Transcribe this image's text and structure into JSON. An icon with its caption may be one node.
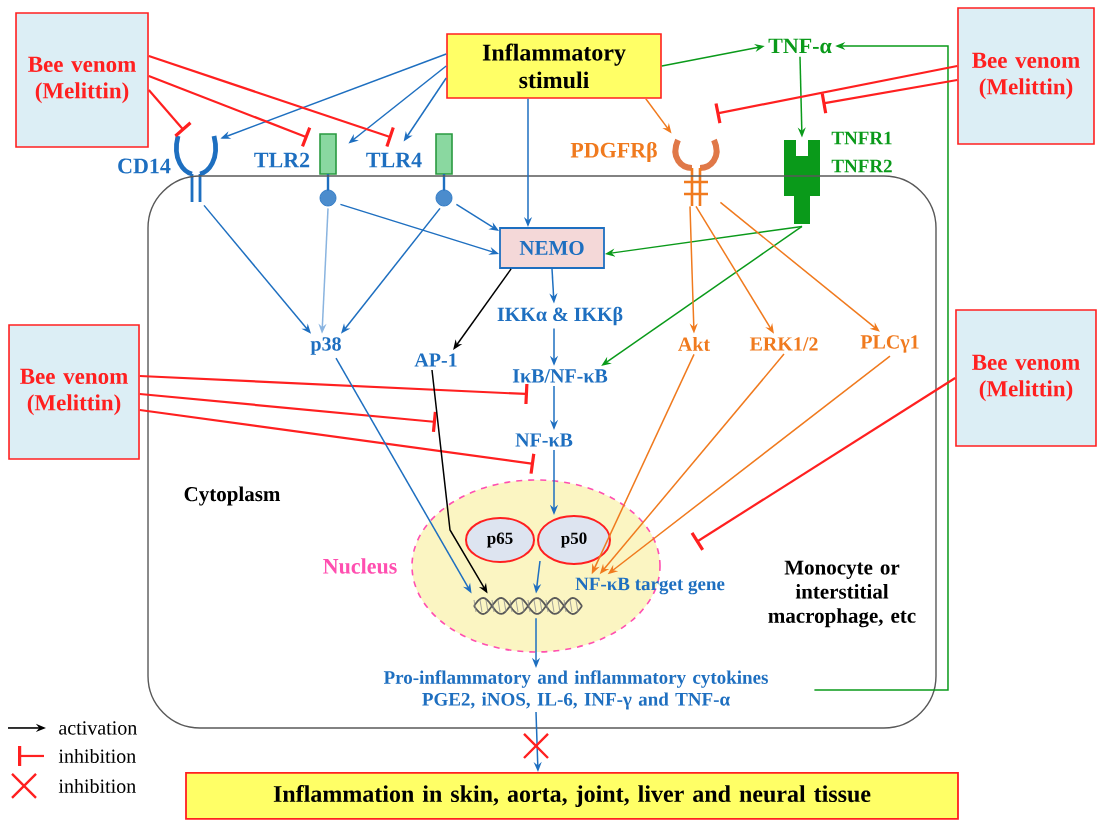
{
  "diagram": {
    "nodes": [
      {
        "text": [
          "Bee venom (Melittin)"
        ]
      },
      {
        "text": [
          "Inflammatory stimuli"
        ]
      },
      {
        "text": [
          "TNF-α"
        ]
      },
      {
        "text": [
          "Bee venom (Melittin)"
        ]
      },
      {
        "text": [
          "CD14"
        ]
      },
      {
        "text": [
          "TLR2"
        ]
      },
      {
        "text": [
          "TLR4"
        ]
      },
      {
        "text": [
          "PDGFRβ"
        ]
      },
      {
        "text": [
          "TNFR1",
          "TNFR2"
        ]
      },
      {
        "text": [
          "Cytoplasm",
          "Monocyte or interstitial macrophage, etc"
        ]
      },
      {
        "text": [
          "NEMO"
        ],
        "in": 9
      },
      {
        "text": [
          "IKKα & IKKβ"
        ],
        "in": 9
      },
      {
        "text": [
          "p38"
        ],
        "in": 9
      },
      {
        "text": [
          "AP-1"
        ],
        "in": 9
      },
      {
        "text": [
          "Akt"
        ],
        "in": 9
      },
      {
        "text": [
          "ERK1/2"
        ],
        "in": 9
      },
      {
        "text": [
          "PLCγ1"
        ],
        "in": 9
      },
      {
        "text": [
          "IκB/NF-κB"
        ],
        "in": 9
      },
      {
        "text": [
          "NF-κB"
        ],
        "in": 9
      },
      {
        "text": [
          "Nucleus"
        ],
        "in": 9
      },
      {
        "text": [
          "p65"
        ],
        "in": 19
      },
      {
        "text": [
          "p50"
        ],
        "in": 19
      },
      {
        "text": [],
        "shape": "helix",
        "in": 19
      },
      {
        "text": [
          "NF-κB target gene"
        ],
        "in": 19
      },
      {
        "text": [
          "Pro-inflammatory and inflammatory cytokines PGE2, iNOS, IL-6, INF-γ and TNF-α"
        ],
        "in": 9
      },
      {
        "text": [
          "Bee venom (Melittin)"
        ]
      },
      {
        "text": [
          "Bee venom (Melittin)"
        ]
      },
      {
        "text": [
          "Inflammation in skin, aorta, joint, liver and neural tissue"
        ]
      }
    ],
    "edges": [
      {
        "from": 1,
        "to": 2,
        "arrow": "to",
        "color": "#0a9a1a"
      },
      {
        "from": 1,
        "to": 4,
        "arrow": "to"
      },
      {
        "from": 1,
        "to": 5,
        "arrow": "to"
      },
      {
        "from": 1,
        "to": 6,
        "arrow": "to"
      },
      {
        "from": 1,
        "to": 10,
        "arrow": "to"
      },
      {
        "from": 1,
        "to": 7,
        "arrow": "to",
        "color": "#f07a1e"
      },
      {
        "from": 2,
        "to": 8,
        "arrow": "to",
        "color": "#0a9a1a"
      },
      {
        "from": 24,
        "to": 2,
        "arrow": "to",
        "color": "#0a9a1a"
      },
      {
        "from": 0,
        "to": 4,
        "arrow": "other",
        "color": "#ff2020"
      },
      {
        "from": 0,
        "to": 5,
        "arrow": "other",
        "color": "#ff2020"
      },
      {
        "from": 0,
        "to": 6,
        "arrow": "other",
        "color": "#ff2020"
      },
      {
        "from": 3,
        "to": 7,
        "arrow": "other",
        "color": "#ff2020"
      },
      {
        "from": 3,
        "to": 8,
        "arrow": "other",
        "color": "#ff2020"
      },
      {
        "from": 4,
        "to": 12,
        "arrow": "to"
      },
      {
        "from": 5,
        "to": 12,
        "arrow": "to",
        "color": "#8ab4e0"
      },
      {
        "from": 6,
        "to": 12,
        "arrow": "to"
      },
      {
        "from": 5,
        "to": 10,
        "arrow": "to"
      },
      {
        "from": 6,
        "to": 10,
        "arrow": "to"
      },
      {
        "from": 8,
        "to": 10,
        "arrow": "to",
        "color": "#0a9a1a"
      },
      {
        "from": 8,
        "to": 17,
        "arrow": "to",
        "color": "#0a9a1a"
      },
      {
        "from": 10,
        "to": 13,
        "arrow": "to",
        "color": "#000000"
      },
      {
        "from": 10,
        "to": 11,
        "arrow": "to"
      },
      {
        "from": 11,
        "to": 17,
        "arrow": "to"
      },
      {
        "from": 17,
        "to": 18,
        "arrow": "to"
      },
      {
        "from": 18,
        "to": 21,
        "arrow": "to"
      },
      {
        "from": 7,
        "to": 14,
        "arrow": "to",
        "color": "#f07a1e"
      },
      {
        "from": 7,
        "to": 15,
        "arrow": "to",
        "color": "#f07a1e"
      },
      {
        "from": 7,
        "to": 16,
        "arrow": "to",
        "color": "#f07a1e"
      },
      {
        "from": 14,
        "to": 23,
        "arrow": "to",
        "color": "#f07a1e"
      },
      {
        "from": 15,
        "to": 23,
        "arrow": "to",
        "color": "#f07a1e"
      },
      {
        "from": 16,
        "to": 23,
        "arrow": "to",
        "color": "#f07a1e"
      },
      {
        "from": 25,
        "to": 17,
        "arrow": "other",
        "color": "#ff2020"
      },
      {
        "from": 25,
        "to": 13,
        "arrow": "other",
        "color": "#ff2020"
      },
      {
        "from": 25,
        "to": 18,
        "arrow": "other",
        "color": "#ff2020"
      },
      {
        "from": 26,
        "to": 23,
        "arrow": "other",
        "color": "#ff2020"
      },
      {
        "from": 12,
        "to": 22,
        "arrow": "to"
      },
      {
        "from": 13,
        "to": 22,
        "arrow": "to",
        "color": "#000000"
      },
      {
        "from": 21,
        "to": 22,
        "arrow": "to"
      },
      {
        "from": 22,
        "to": 24,
        "arrow": "to"
      },
      {
        "from": 24,
        "to": 27,
        "arrow": "to"
      }
    ],
    "legend": [
      {
        "text": "activation"
      },
      {
        "text": "inhibition"
      },
      {
        "text": "inhibition"
      }
    ]
  }
}
